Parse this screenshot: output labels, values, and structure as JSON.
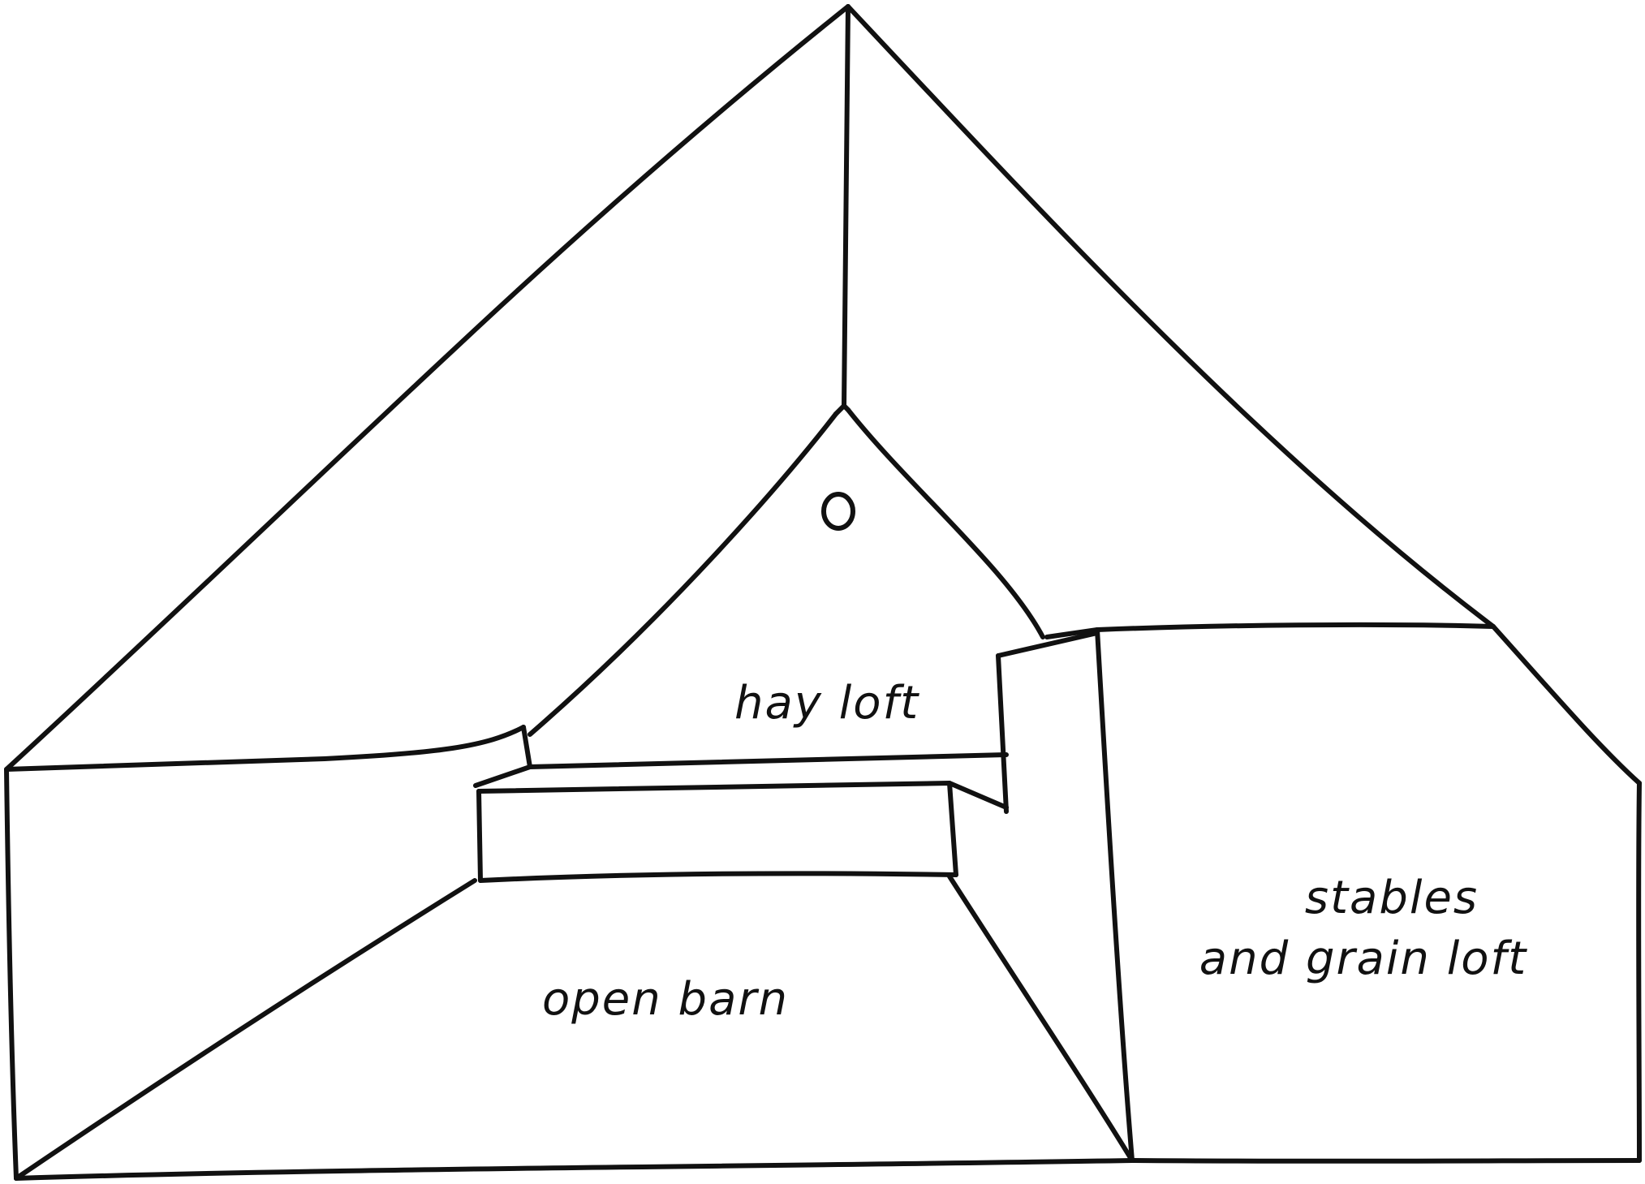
{
  "labels": {
    "hay_loft": "hay loft",
    "open_barn": "open barn",
    "stables_line1": "stables",
    "stables_line2": "and grain loft"
  },
  "colors": {
    "ink": "#111111",
    "background": "#ffffff"
  }
}
